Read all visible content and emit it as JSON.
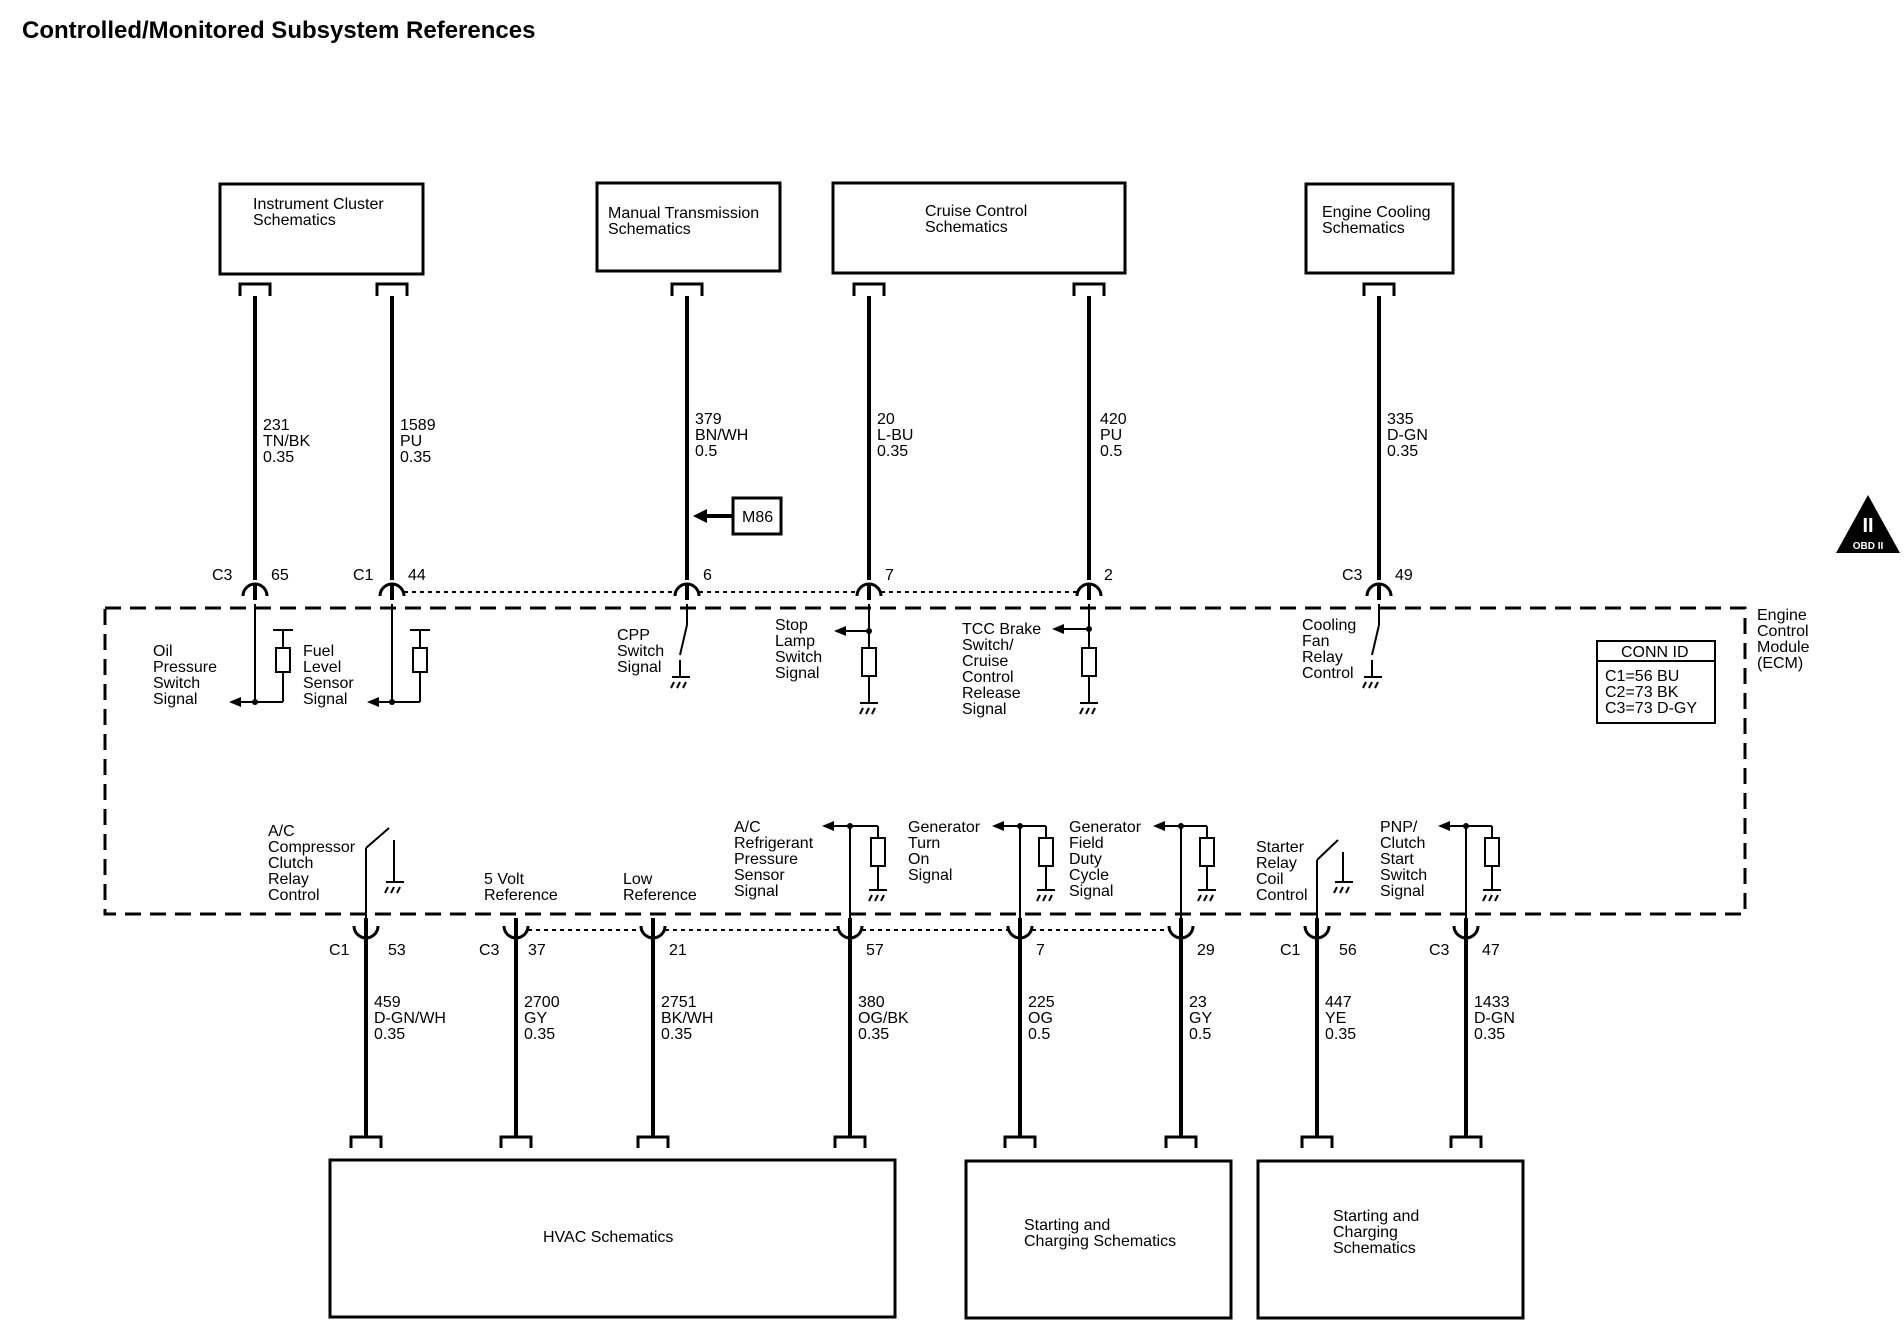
{
  "title": "Controlled/Monitored Subsystem References",
  "ecm_label": [
    "Engine",
    "Control",
    "Module",
    "(ECM)"
  ],
  "conn_id": {
    "header": "CONN ID",
    "rows": [
      "C1=56 BU",
      "C2=73 BK",
      "C3=73 D-GY"
    ]
  },
  "obd_badge": {
    "top": "II",
    "bottom": "OBD II"
  },
  "top_boxes": [
    {
      "label": [
        "Instrument Cluster",
        "Schematics"
      ]
    },
    {
      "label": [
        "Manual Transmission",
        "Schematics"
      ]
    },
    {
      "label": [
        "Cruise Control",
        "Schematics"
      ]
    },
    {
      "label": [
        "Engine Cooling",
        "Schematics"
      ]
    }
  ],
  "bottom_boxes": [
    {
      "label": [
        "HVAC Schematics"
      ]
    },
    {
      "label": [
        "Starting and",
        "Charging Schematics"
      ]
    },
    {
      "label": [
        "Starting and",
        "Charging",
        "Schematics"
      ]
    }
  ],
  "m86": "M86",
  "top_circuits": [
    {
      "connector": "C3",
      "pin": "65",
      "circuit": "231",
      "color": "TN/BK",
      "gauge": "0.35",
      "signal": [
        "Oil",
        "Pressure",
        "Switch",
        "Signal"
      ]
    },
    {
      "connector": "C1",
      "pin": "44",
      "circuit": "1589",
      "color": "PU",
      "gauge": "0.35",
      "signal": [
        "Fuel",
        "Level",
        "Sensor",
        "Signal"
      ]
    },
    {
      "connector": "",
      "pin": "6",
      "circuit": "379",
      "color": "BN/WH",
      "gauge": "0.5",
      "signal": [
        "CPP",
        "Switch",
        "Signal"
      ]
    },
    {
      "connector": "",
      "pin": "7",
      "circuit": "20",
      "color": "L-BU",
      "gauge": "0.35",
      "signal": [
        "Stop",
        "Lamp",
        "Switch",
        "Signal"
      ]
    },
    {
      "connector": "",
      "pin": "2",
      "circuit": "420",
      "color": "PU",
      "gauge": "0.5",
      "signal": [
        "TCC Brake",
        "Switch/",
        "Cruise",
        "Control",
        "Release",
        "Signal"
      ]
    },
    {
      "connector": "C3",
      "pin": "49",
      "circuit": "335",
      "color": "D-GN",
      "gauge": "0.35",
      "signal": [
        "Cooling",
        "Fan",
        "Relay",
        "Control"
      ]
    }
  ],
  "bottom_circuits": [
    {
      "connector": "C1",
      "pin": "53",
      "circuit": "459",
      "color": "D-GN/WH",
      "gauge": "0.35",
      "signal": [
        "A/C",
        "Compressor",
        "Clutch",
        "Relay",
        "Control"
      ]
    },
    {
      "connector": "C3",
      "pin": "37",
      "circuit": "2700",
      "color": "GY",
      "gauge": "0.35",
      "signal": [
        "5 Volt",
        "Reference"
      ]
    },
    {
      "connector": "",
      "pin": "21",
      "circuit": "2751",
      "color": "BK/WH",
      "gauge": "0.35",
      "signal": [
        "Low",
        "Reference"
      ]
    },
    {
      "connector": "",
      "pin": "57",
      "circuit": "380",
      "color": "OG/BK",
      "gauge": "0.35",
      "signal": [
        "A/C",
        "Refrigerant",
        "Pressure",
        "Sensor",
        "Signal"
      ]
    },
    {
      "connector": "",
      "pin": "7",
      "circuit": "225",
      "color": "OG",
      "gauge": "0.5",
      "signal": [
        "Generator",
        "Turn",
        "On",
        "Signal"
      ]
    },
    {
      "connector": "",
      "pin": "29",
      "circuit": "23",
      "color": "GY",
      "gauge": "0.5",
      "signal": [
        "Generator",
        "Field",
        "Duty",
        "Cycle",
        "Signal"
      ]
    },
    {
      "connector": "C1",
      "pin": "56",
      "circuit": "447",
      "color": "YE",
      "gauge": "0.35",
      "signal": [
        "Starter",
        "Relay",
        "Coil",
        "Control"
      ]
    },
    {
      "connector": "C3",
      "pin": "47",
      "circuit": "1433",
      "color": "D-GN",
      "gauge": "0.35",
      "signal": [
        "PNP/",
        "Clutch",
        "Start",
        "Switch",
        "Signal"
      ]
    }
  ]
}
